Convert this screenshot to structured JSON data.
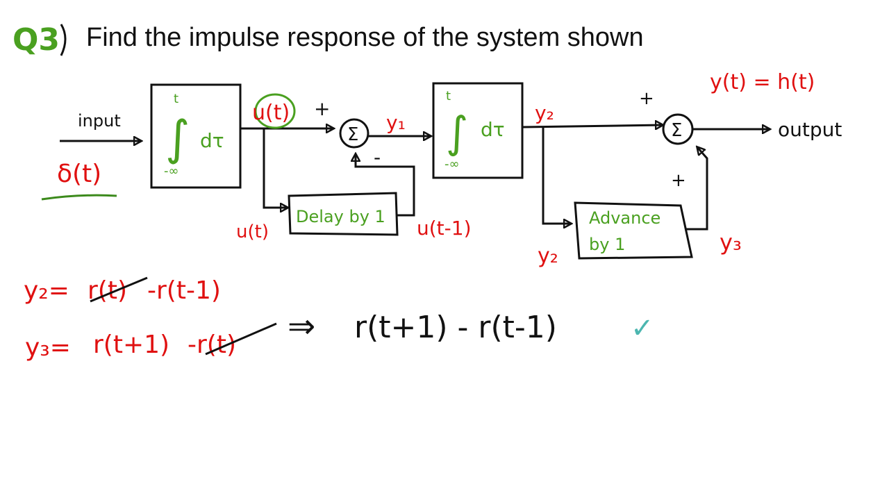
{
  "colors": {
    "ink": "#111111",
    "red": "#e01010",
    "green": "#4aa020",
    "teal": "#4cb6b0",
    "underline_green": "#3c8a1c"
  },
  "header": {
    "q_label": "Q3",
    "title": "Find the impulse response of the system shown"
  },
  "diagram": {
    "input_label": "input",
    "input_signal": "δ(t)",
    "integrator1": {
      "upper": "t",
      "lower": "-∞",
      "integrand": "dτ"
    },
    "integrator2": {
      "upper": "t",
      "lower": "-∞",
      "integrand": "dτ"
    },
    "u_t_circled": "u(t)",
    "plus_top": "+",
    "minus": "-",
    "y1": "y₁",
    "y2_top": "y₂",
    "delay_block": "Delay by 1",
    "delay_in": "u(t)",
    "delay_out": "u(t-1)",
    "advance_block_line1": "Advance",
    "advance_block_line2": "by 1",
    "advance_in": "y₂",
    "advance_out": "y₃",
    "sum2_plus_top": "+",
    "sum2_plus_bottom": "+",
    "sum_symbol": "Σ",
    "output_label": "output",
    "output_eq": "y(t) = h(t)"
  },
  "work": {
    "eq1_lhs": "y₂=",
    "eq1_struck": "r(t)",
    "eq1_rest": "-r(t-1)",
    "eq2_lhs": "y₃=",
    "eq2_first": "r(t+1)",
    "eq2_struck": "-r(t)",
    "implies": "⇒",
    "result": "r(t+1) - r(t-1)",
    "check": "✓"
  }
}
